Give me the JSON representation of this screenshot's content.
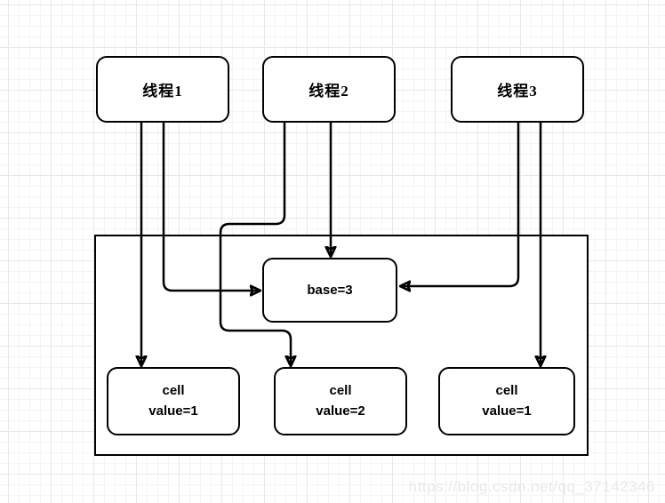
{
  "watermark": "https://blog.csdn.net/qq_37142346",
  "diagram": {
    "threads": [
      {
        "id": "thread1",
        "label": "线程1"
      },
      {
        "id": "thread2",
        "label": "线程2"
      },
      {
        "id": "thread3",
        "label": "线程3"
      }
    ],
    "base": {
      "label": "base=3"
    },
    "cells": [
      {
        "id": "cell1",
        "line1": "cell",
        "line2": "value=1"
      },
      {
        "id": "cell2",
        "line1": "cell",
        "line2": "value=2"
      },
      {
        "id": "cell3",
        "line1": "cell",
        "line2": "value=1"
      }
    ],
    "edges": [
      {
        "from": "thread1",
        "to": "cell1"
      },
      {
        "from": "thread1",
        "to": "base"
      },
      {
        "from": "thread2",
        "to": "cell2"
      },
      {
        "from": "thread2",
        "to": "base"
      },
      {
        "from": "thread3",
        "to": "base"
      },
      {
        "from": "thread3",
        "to": "cell3"
      }
    ],
    "colors": {
      "stroke": "#000000",
      "fill": "#ffffff",
      "grid_minor": "#f5f5f5",
      "grid_major": "#e8e8e8",
      "watermark_text": "#e9e9e9"
    }
  }
}
